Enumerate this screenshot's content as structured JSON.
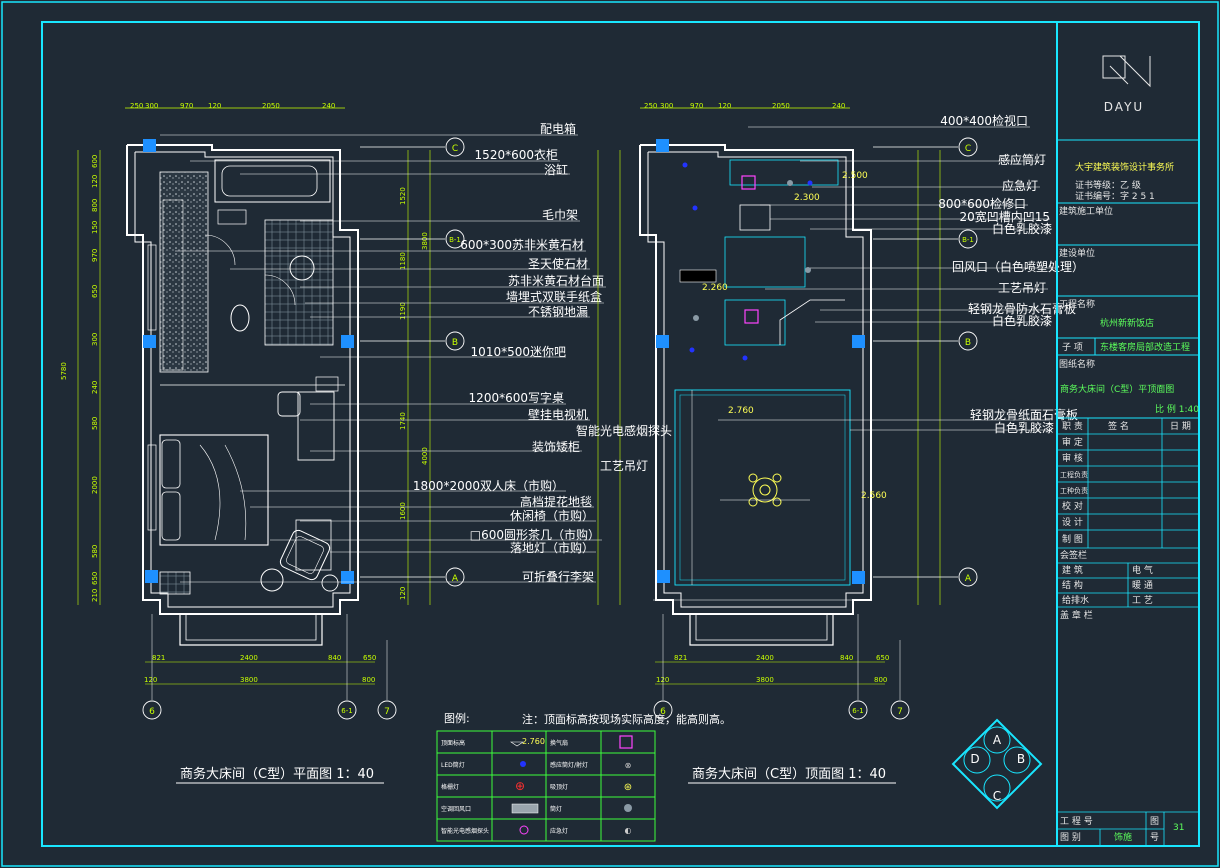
{
  "title_block": {
    "logo_text": "DAYU",
    "company": "大宇建筑装饰设计事务所",
    "cert_1": "证书等级：乙 级",
    "cert_2": "证书编号：字 2 5 1",
    "field_construction_unit": "建筑施工单位",
    "field_owner": "建设单位",
    "field_project": "工程名称",
    "project_name": "杭州新新饭店",
    "field_sub": "子 项",
    "sub_project": "东楼客房局部改造工程",
    "field_drawing_name": "图纸名称",
    "drawing_name": "商务大床间（C型）平顶面图",
    "scale": "比 例 1:40",
    "sign_headers": [
      "职 责",
      "签 名",
      "日 期"
    ],
    "sign_roles": [
      "审 定",
      "审 核",
      "工程负责",
      "工种负责",
      "校 对",
      "设 计",
      "制 图"
    ],
    "countersign": "会签栏",
    "cs_rows": [
      [
        "建 筑",
        "电 气"
      ],
      [
        "结 构",
        "暖 通"
      ],
      [
        "给排水",
        "工 艺"
      ]
    ],
    "stamp": "盖 章 栏",
    "project_no": "工 程 号",
    "drawing_no_label": "图 别",
    "drawing_type": "饰施",
    "sheet_label_a": "图",
    "sheet_label_b": "号",
    "sheet_no": "31"
  },
  "plan_left": {
    "title": "商务大床间（C型）平面图 1：40",
    "top_dims": [
      "250",
      "300",
      "970",
      "120",
      "2050",
      "240"
    ],
    "bottom_dims_1": [
      "821",
      "2400",
      "840",
      "650"
    ],
    "bottom_dims_2": [
      "120",
      "3800",
      "800"
    ],
    "grid_axes_bottom": [
      "6",
      "6-1",
      "7"
    ],
    "grid_axes_right": [
      "C",
      "B-1",
      "B",
      "A"
    ],
    "left_dims": [
      "600",
      "120",
      "800",
      "150",
      "970",
      "650",
      "300",
      "240",
      "580",
      "2000",
      "580",
      "650",
      "210"
    ],
    "right_dims": [
      "1520",
      "3800",
      "1180",
      "1190",
      "1740",
      "4000",
      "1600",
      "120"
    ],
    "callouts": [
      "配电箱",
      "1520*600衣柜",
      "浴缸",
      "毛巾架",
      "600*300苏非米黄石材",
      "圣天使石材",
      "苏非米黄石材台面",
      "墙埋式双联手纸盒",
      "不锈钢地漏",
      "1010*500迷你吧",
      "1200*600写字桌",
      "壁挂电视机",
      "装饰矮柜",
      "1800*2000双人床（市购）",
      "高档提花地毯",
      "休闲椅（市购）",
      "□600圆形茶几（市购）",
      "落地灯（市购）",
      "可折叠行李架"
    ]
  },
  "plan_right": {
    "title": "商务大床间（C型）顶面图 1：40",
    "top_dims": [
      "250",
      "300",
      "970",
      "120",
      "2050",
      "240"
    ],
    "bottom_dims_1": [
      "821",
      "2400",
      "840",
      "650"
    ],
    "bottom_dims_2": [
      "120",
      "3800",
      "800"
    ],
    "grid_axes_bottom": [
      "6",
      "6-1",
      "7"
    ],
    "grid_axes_right": [
      "C",
      "B-1",
      "B",
      "A"
    ],
    "levels": [
      "2.500",
      "2.300",
      "2.260",
      "2.760",
      "2.560"
    ],
    "callouts": [
      "400*400检视口",
      "感应筒灯",
      "应急灯",
      "800*600检修口",
      "20宽凹槽内凹15",
      "白色乳胶漆",
      "回风口（白色喷塑处理）",
      "工艺吊灯",
      "轻钢龙骨防水石膏板",
      "白色乳胶漆",
      "智能光电感烟探头",
      "工艺吊灯",
      "轻钢龙骨纸面石膏板",
      "白色乳胶漆"
    ]
  },
  "legend": {
    "heading": "图例:",
    "note": "注：顶面标高按现场实际高度，能高则高。",
    "level_mark": "2.760",
    "rows": [
      [
        "顶面标高",
        "换气扇"
      ],
      [
        "LED筒灯",
        "感应筒灯/射灯"
      ],
      [
        "格栅灯",
        "吸顶灯"
      ],
      [
        "空调回风口",
        "筒灯"
      ],
      [
        "智能光电感烟探头",
        "应急灯"
      ]
    ]
  },
  "compass": {
    "labels": [
      "A",
      "B",
      "C",
      "D"
    ]
  },
  "colors": {
    "background": "#1f2a35",
    "frame": "#19e6ff",
    "wall": "#ffffff",
    "dim": "#c8ff00",
    "callout_text": "#ffffff",
    "accent": "#ffff55"
  }
}
